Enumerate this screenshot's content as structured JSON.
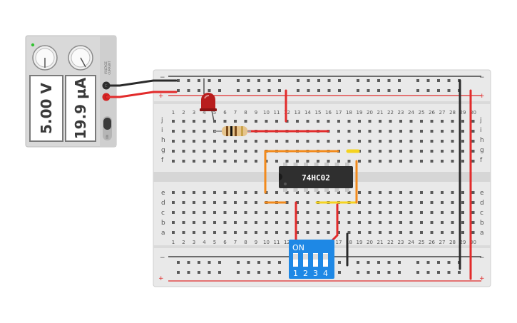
{
  "power_supply": {
    "voltage_display": "5.00 V",
    "current_display": "19.9 µA",
    "voltage_knob_label": "VOLTAGE",
    "current_knob_label": "CURRENT",
    "on_label": "ON",
    "status_led_color": "#31c331"
  },
  "breadboard": {
    "row_letters_top": [
      "j",
      "i",
      "h",
      "g",
      "f"
    ],
    "row_letters_bottom": [
      "e",
      "d",
      "c",
      "b",
      "a"
    ],
    "column_count": 30,
    "rail_minus": "−",
    "rail_plus": "+"
  },
  "ic": {
    "label": "74HC02"
  },
  "dip_switch": {
    "on_label": "ON",
    "positions": [
      "1",
      "2",
      "3",
      "4"
    ]
  },
  "colors": {
    "wire_red": "#e22b2b",
    "wire_black": "#2b2b2b",
    "wire_orange": "#f28a1c",
    "wire_yellow": "#f5d31f",
    "dip_blue": "#1e88e5",
    "led_red": "#b81d1d",
    "board": "#e8e8e8"
  }
}
